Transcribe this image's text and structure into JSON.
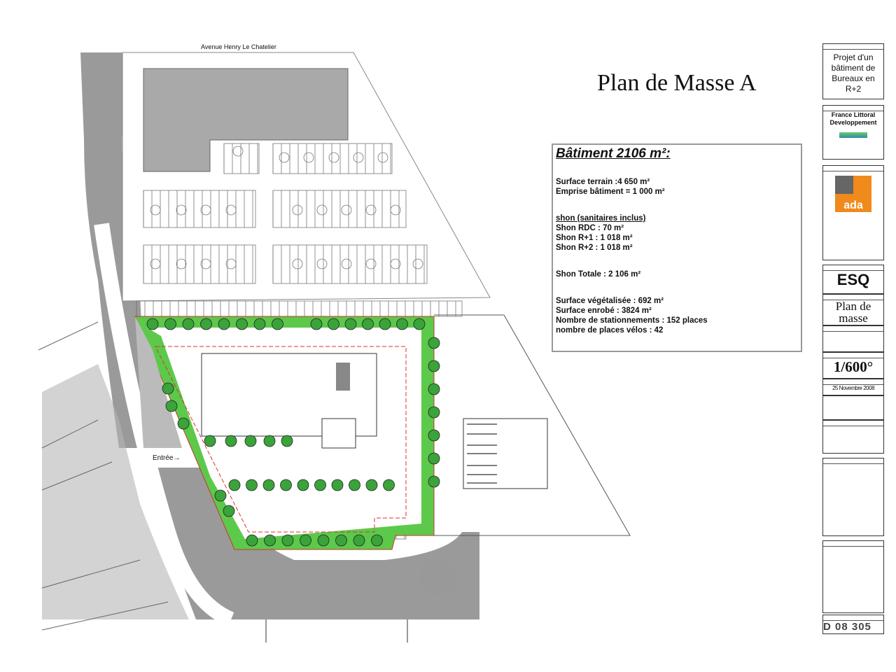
{
  "plan": {
    "street_name": "Avenue Henry Le Chatelier",
    "entrance_label": "Entrée→",
    "colors": {
      "green_space": "#5cc94a",
      "building": "#a9a9a9",
      "road_gray": "#9a9a9a",
      "boundary_red": "#e03030"
    }
  },
  "title": "Plan de Masse A",
  "info": {
    "heading": "Bâtiment 2106 m²:",
    "surface_terrain": "Surface terrain :4 650 m²",
    "emprise": "Emprise bâtiment = 1 000 m²",
    "shon_heading": "shon (sanitaires inclus)",
    "shon_rdc": "Shon RDC : 70 m²",
    "shon_r1": "Shon R+1 : 1 018 m²",
    "shon_r2": "Shon R+2 : 1 018 m²",
    "shon_totale": "Shon Totale : 2 106 m²",
    "surface_vegetalisee": "Surface végétalisée : 692 m²",
    "surface_enrobe": "Surface enrobé : 3824 m²",
    "stationnements": "Nombre de stationnements : 152 places",
    "velos": "nombre de places vélos : 42"
  },
  "title_block": {
    "project": "Projet d'un bâtiment de Bureaux en R+2",
    "client": "France Littoral Developpement",
    "architect_logo": "ada",
    "phase": "ESQ",
    "document": "Plan de masse",
    "scale": "1/600°",
    "date": "25 Novembre 2008",
    "project_number": "D 08 305"
  }
}
